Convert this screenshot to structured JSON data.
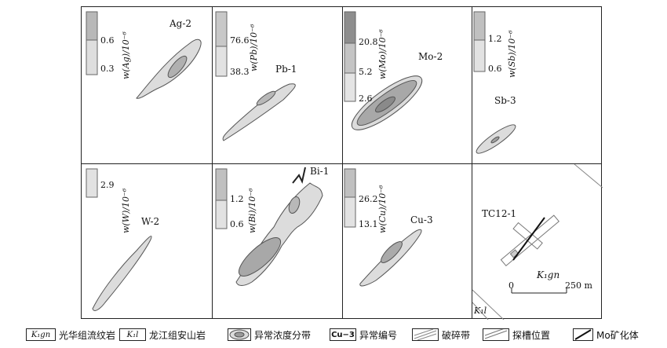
{
  "panels": {
    "ag": {
      "name": "Ag-2",
      "title": "w(Ag)/10⁻⁶",
      "scale": [
        "0.6",
        "0.3"
      ]
    },
    "pb": {
      "name": "Pb-1",
      "title": "w(Pb)/10⁻⁶",
      "scale": [
        "76.6",
        "38.3"
      ]
    },
    "mo": {
      "name": "Mo-2",
      "title": "w(Mo)/10⁻⁶",
      "scale": [
        "20.8",
        "5.2",
        "2.6"
      ]
    },
    "sb": {
      "name": "Sb-3",
      "title": "w(Sb)/10⁻⁶",
      "scale": [
        "1.2",
        "0.6"
      ]
    },
    "w": {
      "name": "W-2",
      "title": "w(W)/10⁻⁶",
      "scale": [
        "2.9"
      ]
    },
    "bi": {
      "name": "Bi-1",
      "title": "w(Bi)/10⁻⁶",
      "scale": [
        "1.2",
        "0.6"
      ]
    },
    "cu": {
      "name": "Cu-3",
      "title": "w(Cu)/10⁻⁶",
      "scale": [
        "26.2",
        "13.1"
      ]
    },
    "geo": {
      "trench": "TC12-1",
      "unit_gn": "K₁gn",
      "unit_l": "K₁l",
      "scale_zero": "0",
      "scale_end": "250 m"
    }
  },
  "legend": {
    "gn_sym": "K₁gn",
    "gn_label": "光华组流纹岩",
    "l_sym": "K₁l",
    "l_label": "龙江组安山岩",
    "conc_label": "异常浓度分带",
    "code_sym": "Cu−3",
    "code_label": "异常编号",
    "fracture_label": "破碎带",
    "trench_label": "探槽位置",
    "mo_label": "Mo矿化体"
  },
  "colors": {
    "light": "#dcdcdc",
    "mid": "#c2c2c2",
    "dark": "#9e9e9e",
    "stroke": "#555555"
  }
}
